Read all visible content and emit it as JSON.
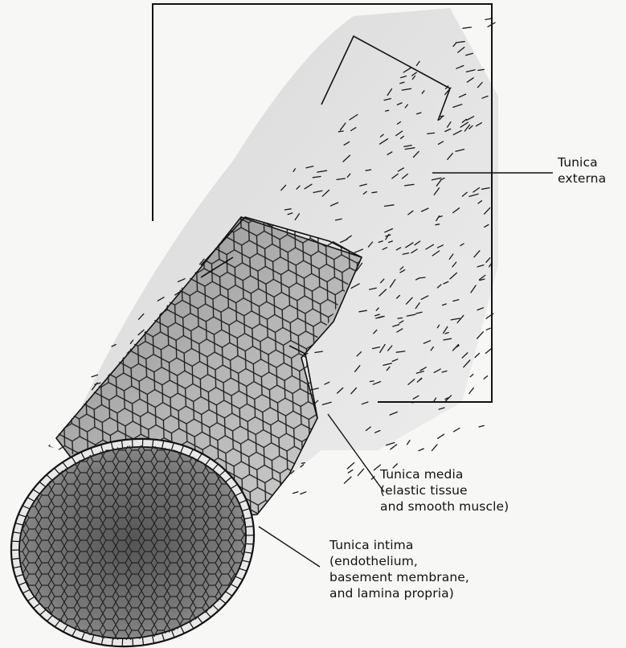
{
  "labels": {
    "externa": {
      "line1": "Tunica",
      "line2": "externa"
    },
    "media": {
      "line1": "Tunica media",
      "line2": "(elastic tissue",
      "line3": "and smooth muscle)"
    },
    "intima": {
      "line1": "Tunica intima",
      "line2": "(endothelium,",
      "line3": "basement membrane,",
      "line4": "and lamina propria)"
    }
  },
  "colors": {
    "background": "#f7f7f5",
    "ink": "#111111",
    "lumen": "#6f6f6f",
    "media_shade": "#9c9c9c",
    "externa_shade": "#e4e4e4"
  }
}
